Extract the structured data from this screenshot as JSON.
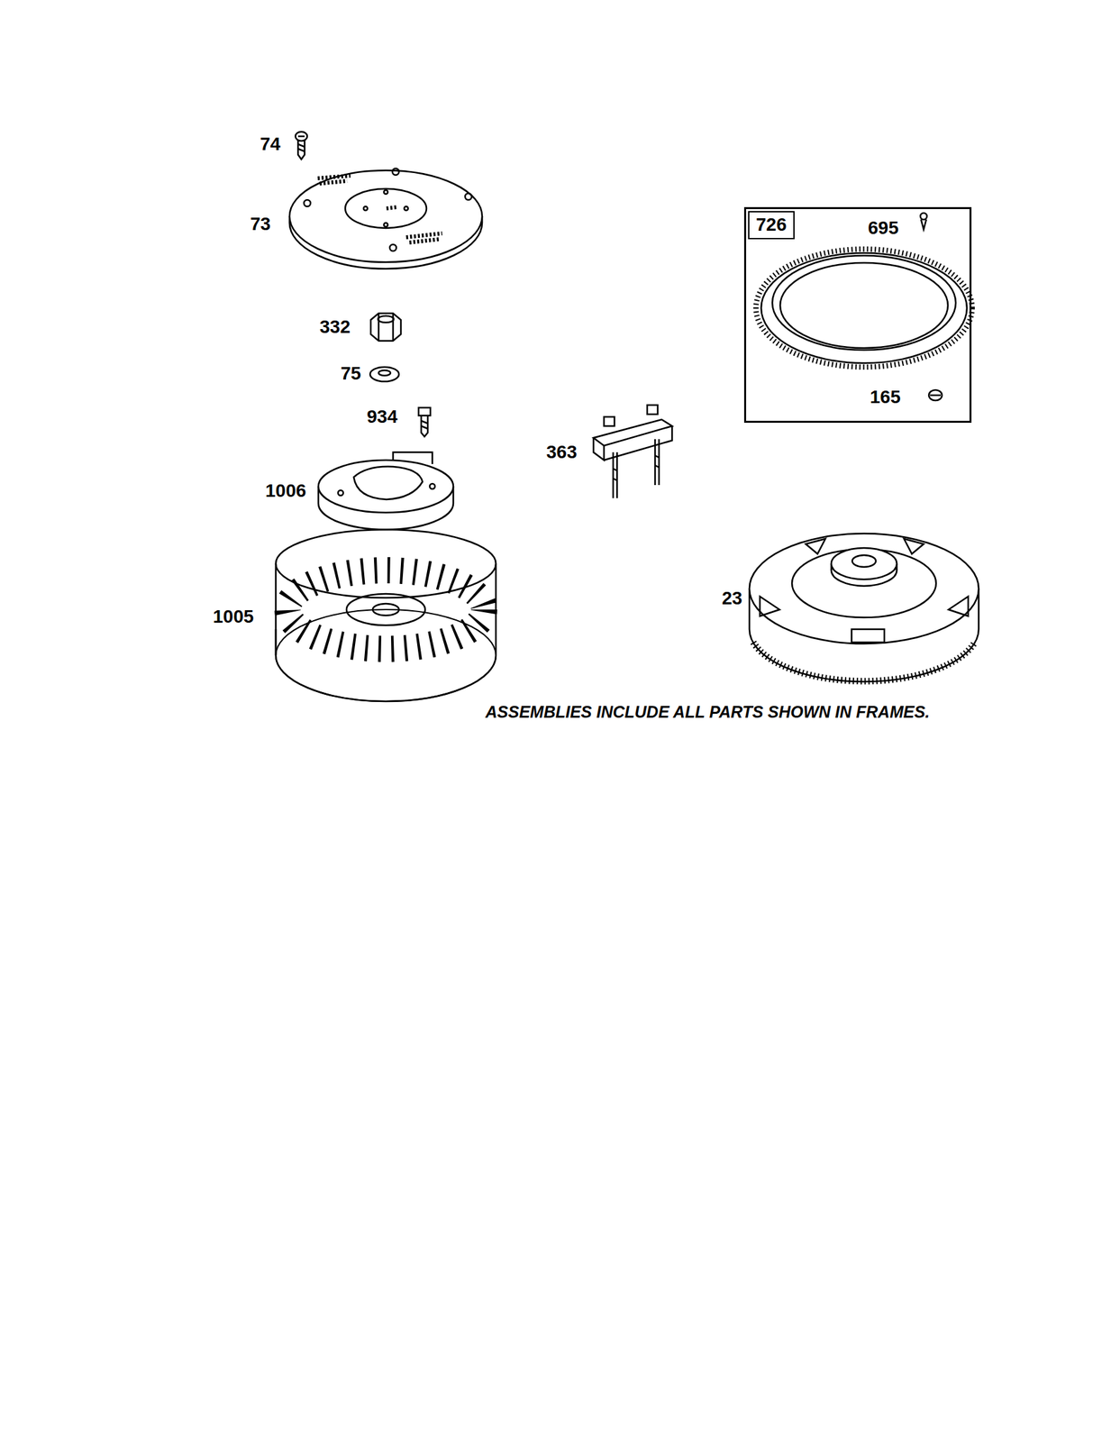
{
  "diagram": {
    "caption": "ASSEMBLIES INCLUDE ALL PARTS SHOWN IN FRAMES.",
    "nodes": [
      {
        "text": [
          "695",
          "165"
        ]
      },
      {
        "text": [
          "726"
        ],
        "in": 0
      }
    ],
    "edges": [],
    "labels": [
      "74",
      "73",
      "332",
      "75",
      "934",
      "1006",
      "363",
      "1005",
      "23"
    ]
  }
}
